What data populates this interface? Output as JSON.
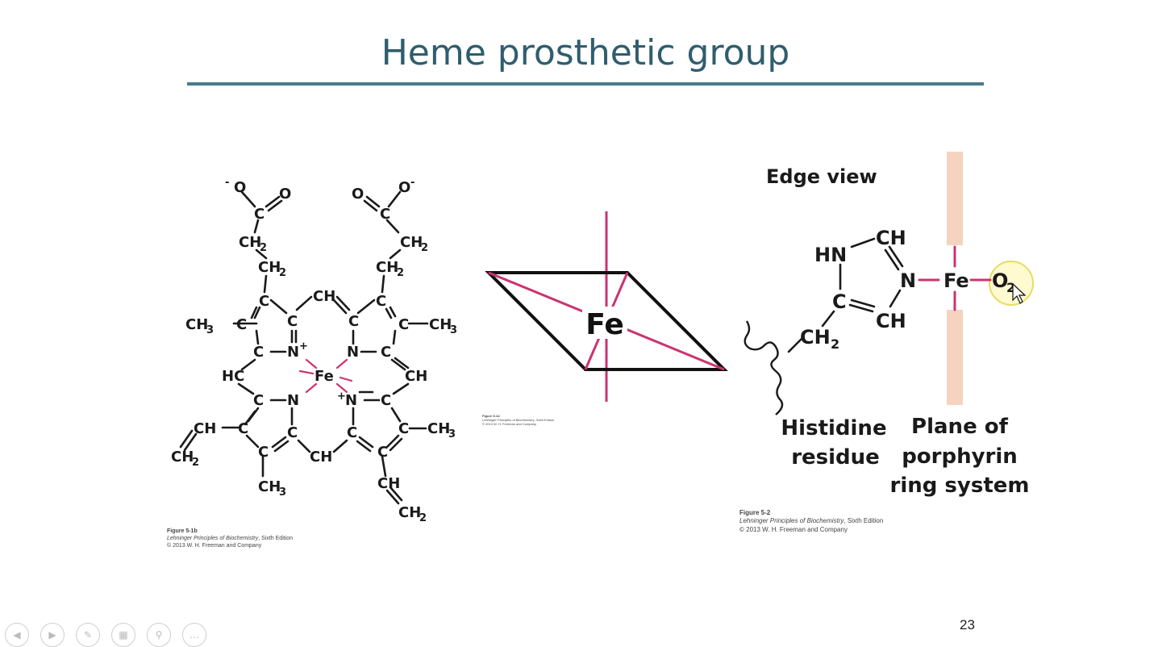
{
  "slide": {
    "title": "Heme prosthetic group",
    "page_number": "23"
  },
  "left_structure": {
    "labels": {
      "o_minus_left": "O",
      "o_left": "O",
      "c_top_left": "C",
      "ch2_1_left": "CH",
      "ch2_2_left": "CH",
      "o_right": "O",
      "o_minus_right": "O",
      "c_top_right": "C",
      "ch2_1_right": "CH",
      "ch2_2_right": "CH",
      "ch_top": "CH",
      "ch3_left": "CH",
      "ch3_right": "CH",
      "hc_left": "HC",
      "ch_right": "CH",
      "n_tl": "N",
      "n_tr": "N",
      "n_bl": "N",
      "n_br": "N",
      "fe": "Fe",
      "c": "C",
      "ch_vinyl_left": "CH",
      "ch2_vinyl_left": "CH",
      "ch3_bottom": "CH",
      "ch_bottom": "CH",
      "ch3_right_bottom": "CH",
      "ch_vinyl_right": "CH",
      "ch2_vinyl_right": "CH",
      "sub2": "2",
      "sub3": "3",
      "plus": "+",
      "minus": "-"
    },
    "caption": {
      "figure": "Figure 5-1b",
      "book": "Lehninger Principles of Biochemistry",
      "edition": ", Sixth Edition",
      "copyright": "© 2013 W. H. Freeman and Company"
    }
  },
  "middle_structure": {
    "fe_label": "Fe",
    "caption": {
      "figure": "Figure 5-1d",
      "book": "Lehninger Principles of Biochemistry",
      "edition": ", Sixth Edition",
      "copyright": "© 2013 W. H. Freeman and Company"
    }
  },
  "right_structure": {
    "edge_view": "Edge view",
    "hn": "HN",
    "ch_top": "CH",
    "n": "N",
    "fe": "Fe",
    "o": "O",
    "o_sub": "2",
    "c": "C",
    "ch_bottom": "CH",
    "ch2": "CH",
    "ch2_sub": "2",
    "histidine_line1": "Histidine",
    "histidine_line2": "residue",
    "plane_line1": "Plane of",
    "plane_line2": "porphyrin",
    "plane_line3": "ring system",
    "caption": {
      "figure": "Figure 5-2",
      "book": "Lehninger Principles of Biochemistry",
      "edition": ", Sixth Edition",
      "copyright": "© 2013 W. H. Freeman and Company"
    }
  },
  "nav_icons": [
    "prev-icon",
    "next-icon",
    "pen-icon",
    "slides-icon",
    "zoom-icon",
    "more-icon"
  ],
  "colors": {
    "accent": "#cc3370",
    "plane": "#f6d3bf",
    "title": "#2f5d6e",
    "highlight": "#fff7b0"
  }
}
